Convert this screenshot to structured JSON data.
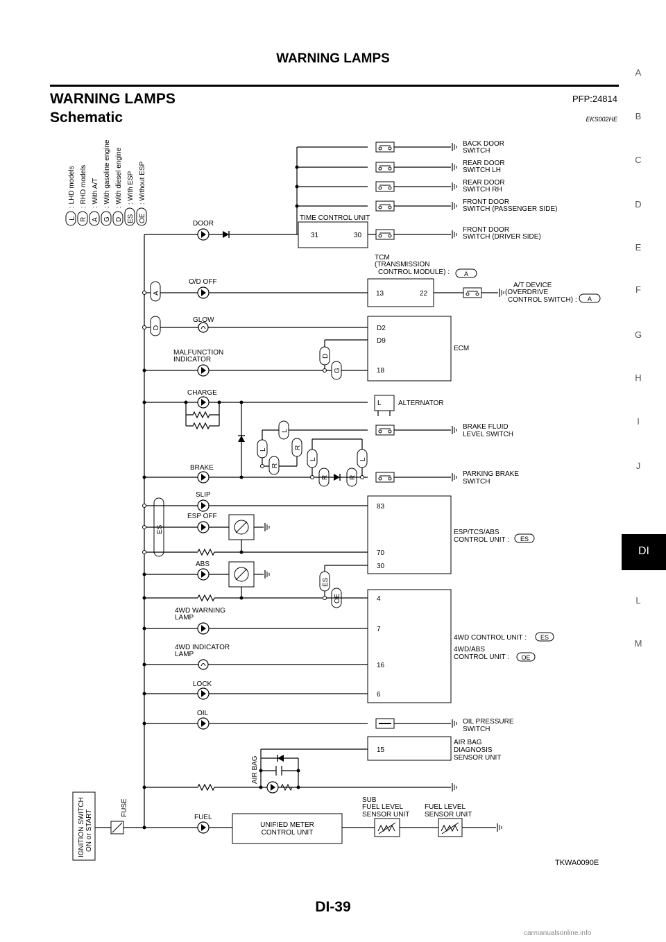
{
  "header": {
    "running_title": "WARNING LAMPS"
  },
  "section": {
    "title": "WARNING LAMPS",
    "code": "PFP:24814"
  },
  "subsection": {
    "title": "Schematic",
    "code": "EKS002HE"
  },
  "side_index": [
    "A",
    "B",
    "C",
    "D",
    "E",
    "F",
    "G",
    "H",
    "I",
    "J",
    "DI",
    "L",
    "M"
  ],
  "active_tab": "DI",
  "legend": [
    {
      "code": "L",
      "text": ": LHD models"
    },
    {
      "code": "R",
      "text": ": RHD models"
    },
    {
      "code": "A",
      "text": ": With A/T"
    },
    {
      "code": "G",
      "text": ": With gasoline engine"
    },
    {
      "code": "D",
      "text": ": With diesel engine"
    },
    {
      "code": "ES",
      "text": ": With ESP"
    },
    {
      "code": "OE",
      "text": ": Without ESP"
    }
  ],
  "switches": {
    "back_door": [
      "BACK DOOR",
      "SWITCH"
    ],
    "rear_door_lh": [
      "REAR DOOR",
      "SWITCH LH"
    ],
    "rear_door_rh": [
      "REAR DOOR",
      "SWITCH RH"
    ],
    "front_door_passenger": [
      "FRONT DOOR",
      "SWITCH (PASSENGER SIDE)"
    ],
    "front_door_driver": [
      "FRONT DOOR",
      "SWITCH (DRIVER SIDE)"
    ],
    "brake_fluid": [
      "BRAKE FLUID",
      "LEVEL SWITCH"
    ],
    "parking_brake": [
      "PARKING BRAKE",
      "SWITCH"
    ],
    "oil_pressure": [
      "OIL PRESSURE",
      "SWITCH"
    ]
  },
  "units": {
    "time_control": "TIME CONTROL UNIT",
    "time_control_pins": [
      "31",
      "30"
    ],
    "tcm": [
      "TCM",
      "(TRANSMISSION",
      "CONTROL MODULE) :"
    ],
    "tcm_opt": "A",
    "tcm_pins": [
      "13",
      "22"
    ],
    "at_device": [
      "A/T DEVICE",
      "(OVERDRIVE",
      "CONTROL SWITCH) :"
    ],
    "at_device_opt": "A",
    "ecm": "ECM",
    "ecm_pins": [
      "D2",
      "D9",
      "18"
    ],
    "alternator": "ALTERNATOR",
    "alternator_pin": "L",
    "esp": [
      "ESP/TCS/ABS",
      "CONTROL UNIT :"
    ],
    "esp_opt": "ES",
    "esp_pins": [
      "83",
      "70",
      "30"
    ],
    "fourwd": "4WD CONTROL UNIT :",
    "fourwd_opt": "ES",
    "fourwd_abs": [
      "4WD/ABS",
      "CONTROL UNIT :"
    ],
    "fourwd_abs_opt": "OE",
    "fourwd_pins": [
      "4",
      "7",
      "16",
      "6"
    ],
    "airbag": [
      "AIR BAG",
      "DIAGNOSIS",
      "SENSOR UNIT"
    ],
    "airbag_pin": "15",
    "meter": [
      "UNIFIED METER",
      "CONTROL UNIT"
    ],
    "sub_fuel": [
      "SUB",
      "FUEL LEVEL",
      "SENSOR UNIT"
    ],
    "fuel_sensor": [
      "FUEL LEVEL",
      "SENSOR UNIT"
    ]
  },
  "lamps": {
    "door": "DOOR",
    "od_off": "O/D OFF",
    "glow": "GLOW",
    "malfunction": [
      "MALFUNCTION",
      "INDICATOR"
    ],
    "charge": "CHARGE",
    "brake": "BRAKE",
    "slip": "SLIP",
    "esp_off": "ESP OFF",
    "abs": "ABS",
    "fourwd_warning": [
      "4WD WARNING",
      "LAMP"
    ],
    "fourwd_indicator": [
      "4WD INDICATOR",
      "LAMP"
    ],
    "lock": "LOCK",
    "oil": "OIL",
    "airbag": "AIR BAG",
    "fuel": "FUEL"
  },
  "options": {
    "od": "A",
    "glow": "D",
    "mil_d": "D",
    "mil_g": "G",
    "brk_l1": "L",
    "brk_l2": "L",
    "brk_r1": "R",
    "brk_r2": "R",
    "brk_l3": "L",
    "brk_l4": "L",
    "brk_r3": "R",
    "brk_r4": "R",
    "esp": "ES",
    "abs_es": "ES",
    "abs_oe": "OE"
  },
  "ignition": [
    "IGNITION SWITCH",
    "ON or START"
  ],
  "fuse": "FUSE",
  "figure_code": "TKWA0090E",
  "page_number": "DI-39",
  "watermark": "carmanualsonline.info"
}
